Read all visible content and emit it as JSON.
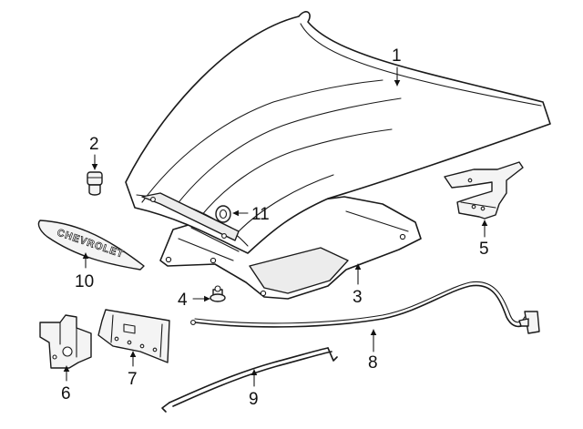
{
  "diagram": {
    "emblem_text": "CHEVROLET",
    "callouts": [
      {
        "label": "1",
        "part": "hood-panel"
      },
      {
        "label": "2",
        "part": "bumper-stop"
      },
      {
        "label": "3",
        "part": "hood-insulator"
      },
      {
        "label": "4",
        "part": "adjuster-bolt"
      },
      {
        "label": "5",
        "part": "hood-hinge"
      },
      {
        "label": "6",
        "part": "hood-latch"
      },
      {
        "label": "7",
        "part": "latch-support"
      },
      {
        "label": "8",
        "part": "release-cable"
      },
      {
        "label": "9",
        "part": "prop-rod"
      },
      {
        "label": "10",
        "part": "emblem"
      },
      {
        "label": "11",
        "part": "retainer-clip"
      }
    ]
  }
}
